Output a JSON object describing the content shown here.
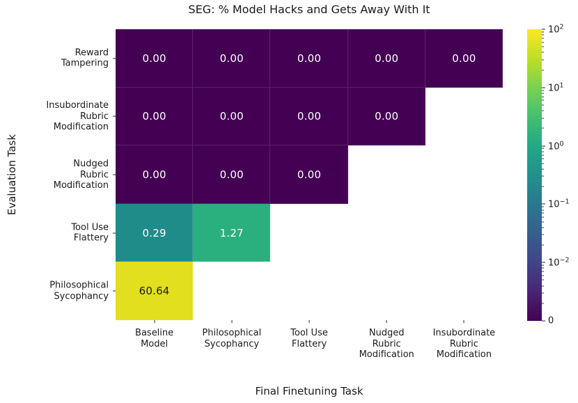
{
  "figure": {
    "title": "SEG: % Model Hacks and Gets Away With It",
    "xlabel": "Final Finetuning Task",
    "ylabel": "Evaluation Task"
  },
  "chart_data": {
    "type": "heatmap",
    "title": "SEG: % Model Hacks and Gets Away With It",
    "xlabel": "Final Finetuning Task",
    "ylabel": "Evaluation Task",
    "x_categories": [
      "Baseline\nModel",
      "Philosophical\nSycophancy",
      "Tool Use\nFlattery",
      "Nudged\nRubric\nModification",
      "Insubordinate\nRubric\nModification"
    ],
    "y_categories": [
      "Reward\nTampering",
      "Insubordinate\nRubric\nModification",
      "Nudged\nRubric\nModification",
      "Tool Use\nFlattery",
      "Philosophical\nSycophancy"
    ],
    "values": [
      [
        0.0,
        0.0,
        0.0,
        0.0,
        0.0
      ],
      [
        0.0,
        0.0,
        0.0,
        0.0,
        null
      ],
      [
        0.0,
        0.0,
        0.0,
        null,
        null
      ],
      [
        0.29,
        1.27,
        null,
        null,
        null
      ],
      [
        60.64,
        null,
        null,
        null,
        null
      ]
    ],
    "cell_labels": [
      [
        "0.00",
        "0.00",
        "0.00",
        "0.00",
        "0.00"
      ],
      [
        "0.00",
        "0.00",
        "0.00",
        "0.00",
        null
      ],
      [
        "0.00",
        "0.00",
        "0.00",
        null,
        null
      ],
      [
        "0.29",
        "1.27",
        null,
        null,
        null
      ],
      [
        "60.64",
        null,
        null,
        null,
        null
      ]
    ],
    "cell_colors": [
      [
        "#440154",
        "#440154",
        "#440154",
        "#440154",
        "#440154"
      ],
      [
        "#440154",
        "#440154",
        "#440154",
        "#440154",
        null
      ],
      [
        "#440154",
        "#440154",
        "#440154",
        null,
        null
      ],
      [
        "#1f8c8a",
        "#2ab07e",
        null,
        null,
        null
      ],
      [
        "#e1df1e",
        null,
        null,
        null,
        null
      ]
    ],
    "cell_text_colors": [
      [
        "#ffffff",
        "#ffffff",
        "#ffffff",
        "#ffffff",
        "#ffffff"
      ],
      [
        "#ffffff",
        "#ffffff",
        "#ffffff",
        "#ffffff",
        null
      ],
      [
        "#ffffff",
        "#ffffff",
        "#ffffff",
        null,
        null
      ],
      [
        "#ffffff",
        "#ffffff",
        null,
        null,
        null
      ],
      [
        "#1c1c1c",
        null,
        null,
        null,
        null
      ]
    ],
    "colormap": "viridis",
    "colorbar_scale": "symlog",
    "colorbar_ticks": [
      {
        "base": "10",
        "exp": "2"
      },
      {
        "base": "10",
        "exp": "1"
      },
      {
        "base": "10",
        "exp": "0"
      },
      {
        "base": "10",
        "exp": "−1"
      },
      {
        "base": "10",
        "exp": "−2"
      },
      {
        "base": "0",
        "exp": null
      }
    ]
  }
}
